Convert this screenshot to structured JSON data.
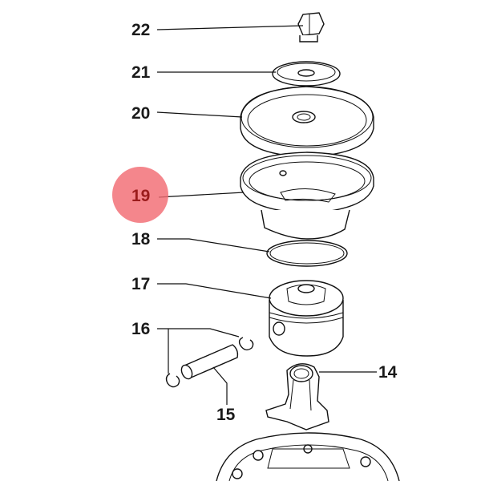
{
  "callouts": [
    {
      "id": "22",
      "label": "22",
      "highlighted": false
    },
    {
      "id": "21",
      "label": "21",
      "highlighted": false
    },
    {
      "id": "20",
      "label": "20",
      "highlighted": false
    },
    {
      "id": "19",
      "label": "19",
      "highlighted": true
    },
    {
      "id": "18",
      "label": "18",
      "highlighted": false
    },
    {
      "id": "17",
      "label": "17",
      "highlighted": false
    },
    {
      "id": "16",
      "label": "16",
      "highlighted": false
    },
    {
      "id": "15",
      "label": "15",
      "highlighted": false
    },
    {
      "id": "14",
      "label": "14",
      "highlighted": false
    }
  ],
  "colors": {
    "highlight_fill": "#f26b73",
    "highlight_text": "#9b1c1c",
    "line": "#111111",
    "label": "#1a1a1a"
  }
}
